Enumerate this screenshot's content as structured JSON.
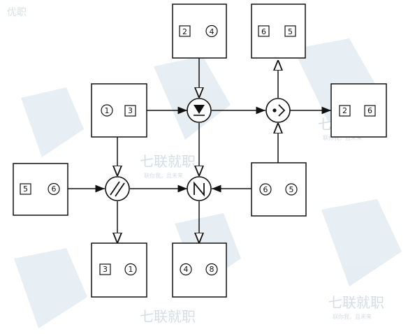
{
  "watermark": {
    "brand": "七联就职",
    "tagline": "联你我，且未来",
    "topleft": "优职",
    "color": "#9db7cc"
  },
  "boxes": {
    "box_a": {
      "items": [
        {
          "shape": "square",
          "value": "2"
        },
        {
          "shape": "circle",
          "value": "4"
        }
      ]
    },
    "box_b": {
      "items": [
        {
          "shape": "square",
          "value": "6"
        },
        {
          "shape": "square",
          "value": "5"
        }
      ]
    },
    "box_c": {
      "items": [
        {
          "shape": "circle",
          "value": "1"
        },
        {
          "shape": "square",
          "value": "3"
        }
      ]
    },
    "box_d": {
      "items": [
        {
          "shape": "square",
          "value": "2"
        },
        {
          "shape": "square",
          "value": "6"
        }
      ]
    },
    "box_e": {
      "items": [
        {
          "shape": "square",
          "value": "5"
        },
        {
          "shape": "circle",
          "value": "6"
        }
      ]
    },
    "box_f": {
      "items": [
        {
          "shape": "circle",
          "value": "6"
        },
        {
          "shape": "circle",
          "value": "5"
        }
      ]
    },
    "box_g": {
      "items": [
        {
          "shape": "square",
          "value": "3"
        },
        {
          "shape": "circle",
          "value": "1"
        }
      ]
    },
    "box_h": {
      "items": [
        {
          "shape": "circle",
          "value": "4"
        },
        {
          "shape": "circle",
          "value": "8"
        }
      ]
    }
  },
  "operators": {
    "op1": {
      "glyph": "▼"
    },
    "op2": {
      "glyph": "•>"
    },
    "op3": {
      "glyph": "//"
    },
    "op4": {
      "glyph": "N"
    }
  }
}
